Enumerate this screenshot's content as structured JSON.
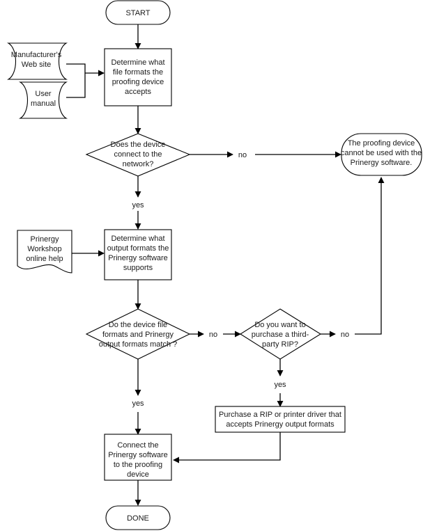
{
  "diagram": {
    "title": "Proofing device connection decision flowchart",
    "colors": {
      "stroke": "#000000",
      "fill": "#ffffff",
      "text": "#1a1a1a"
    },
    "nodes": {
      "start": {
        "type": "terminator",
        "label": "START"
      },
      "doc_manufacturer": {
        "type": "document",
        "line1": "Manufacturer's",
        "line2": "Web site"
      },
      "doc_user_manual": {
        "type": "document",
        "line1": "User",
        "line2": "manual"
      },
      "determine_file_formats": {
        "type": "process",
        "line1": "Determine what",
        "line2": "file formats the",
        "line3": "proofing device",
        "line4": "accepts"
      },
      "device_network_decision": {
        "type": "decision",
        "line1": "Does the device",
        "line2": "connect to the",
        "line3": "network?"
      },
      "cannot_be_used": {
        "type": "terminator",
        "line1": "The proofing device",
        "line2": "cannot be used with the",
        "line3": "Prinergy software."
      },
      "doc_online_help": {
        "type": "document",
        "line1": "Prinergy",
        "line2": "Workshop",
        "line3": "online help"
      },
      "determine_output_formats": {
        "type": "process",
        "line1": "Determine what",
        "line2": "output formats the",
        "line3": "Prinergy software",
        "line4": "supports"
      },
      "formats_match_decision": {
        "type": "decision",
        "line1": "Do the device file",
        "line2": "formats and Prinergy",
        "line3": "output formats match ?"
      },
      "purchase_rip_decision": {
        "type": "decision",
        "line1": "Do you want to",
        "line2": "purchase a third-",
        "line3": "party RIP?"
      },
      "purchase_rip_process": {
        "type": "process",
        "line1": "Purchase a RIP or printer driver that",
        "line2": "accepts Prinergy output formats"
      },
      "connect_software": {
        "type": "process",
        "line1": "Connect the",
        "line2": "Prinergy software",
        "line3": "to the proofing",
        "line4": "device"
      },
      "done": {
        "type": "terminator",
        "label": "DONE"
      }
    },
    "edge_labels": {
      "network_no": "no",
      "network_yes": "yes",
      "match_no": "no",
      "match_yes": "yes",
      "rip_no": "no",
      "rip_yes": "yes"
    }
  }
}
